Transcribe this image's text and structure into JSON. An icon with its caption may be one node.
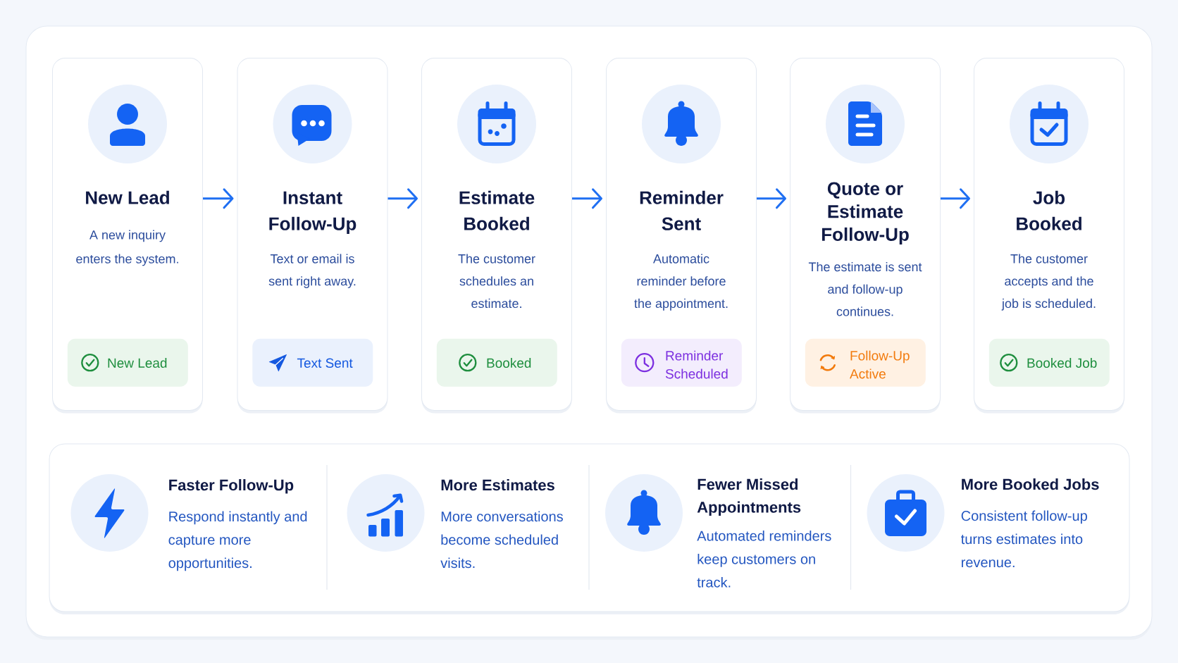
{
  "diagram": {
    "nodes": [
      {
        "text": [
          "New Lead",
          "A new inquiry enters the system."
        ]
      },
      {
        "text": [
          "New Lead"
        ],
        "in": 0
      },
      {
        "text": [
          "Instant Follow-Up",
          "Text or email is sent right away."
        ]
      },
      {
        "text": [
          "Text Sent"
        ],
        "in": 2
      },
      {
        "text": [
          "Estimate Booked",
          "The customer schedules an estimate."
        ]
      },
      {
        "text": [
          "Booked"
        ],
        "in": 4
      },
      {
        "text": [
          "Reminder Sent",
          "Automatic reminder before the appointment."
        ]
      },
      {
        "text": [
          "Reminder Scheduled"
        ],
        "in": 6
      },
      {
        "text": [
          "Quote or Estimate Follow-Up",
          "The estimate is sent and follow-up continues."
        ]
      },
      {
        "text": [
          "Follow-Up Active"
        ],
        "in": 8
      },
      {
        "text": [
          "Job Booked",
          "The customer accepts and the job is scheduled."
        ]
      },
      {
        "text": [
          "Booked Job"
        ],
        "in": 10
      },
      {
        "text": [
          "Faster Follow-Up",
          "Respond instantly and capture more opportunities.",
          "More Estimates",
          "More conversations become scheduled visits.",
          "Fewer Missed Appointments",
          "Automated reminders keep customers on track.",
          "More Booked Jobs",
          "Consistent follow-up turns estimates into revenue."
        ]
      }
    ],
    "edges": [
      {
        "from": 0,
        "to": 2,
        "arrow": "to"
      },
      {
        "from": 2,
        "to": 4,
        "arrow": "to"
      },
      {
        "from": 4,
        "to": 6,
        "arrow": "to"
      },
      {
        "from": 6,
        "to": 8,
        "arrow": "to"
      },
      {
        "from": 8,
        "to": 10,
        "arrow": "to"
      }
    ]
  }
}
